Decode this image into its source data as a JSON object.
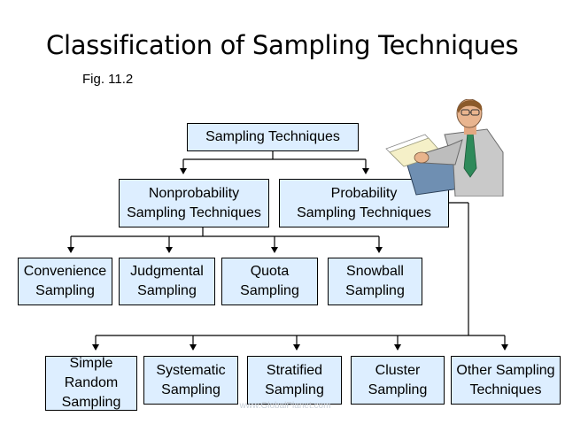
{
  "title": "Classification of Sampling Techniques",
  "subtitle": "Fig. 11.2",
  "nodes": {
    "root": "Sampling Techniques",
    "nonprobability": "Nonprobability\nSampling Techniques",
    "probability": "Probability\nSampling Techniques",
    "convenience": "Convenience\nSampling",
    "judgmental": "Judgmental\nSampling",
    "quota": "Quota\nSampling",
    "snowball": "Snowball\nSampling",
    "simple_random": "Simple\nRandom\nSampling",
    "systematic": "Systematic\nSampling",
    "stratified": "Stratified\nSampling",
    "cluster": "Cluster\nSampling",
    "other": "Other Sampling\nTechniques"
  },
  "watermark": "www.GlobalPlanet.com",
  "colors": {
    "box_fill": "#ddeeff",
    "box_border": "#000000",
    "line": "#000000"
  },
  "illustration": "man-at-desk-clipart"
}
